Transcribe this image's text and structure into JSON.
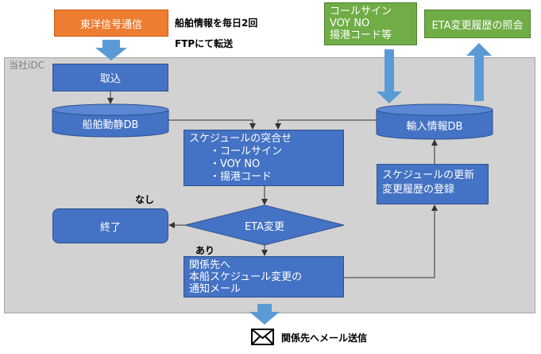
{
  "frame_label": "当社iDC",
  "source_box": "東洋信号通信",
  "transfer_note_line1": "船舶情報を毎日2回",
  "transfer_note_line2": "FTPにて転送",
  "input_box": "コールサイン\nVOY NO\n揚港コード等",
  "history_box": "ETA変更履歴の照会",
  "intake": "取込",
  "ship_db": "船舶動静DB",
  "import_db": "輸入情報DB",
  "match_box": "スケジュールの突合せ\n　　・コールサイン\n　　・VOY NO\n　　・揚港コード",
  "update_box": "スケジュールの更新\n変更履歴の登録",
  "decision": "ETA変更",
  "no_label": "なし",
  "yes_label": "あり",
  "end_box": "終了",
  "notify_box": "関係先へ\n本船スケジュール変更の\n通知メール",
  "mail_caption": "関係先へメール送信",
  "colors": {
    "blue": "#4472c4",
    "arrow_blue": "#5b9bd5",
    "orange": "#ed7d31",
    "green": "#70ad47"
  }
}
